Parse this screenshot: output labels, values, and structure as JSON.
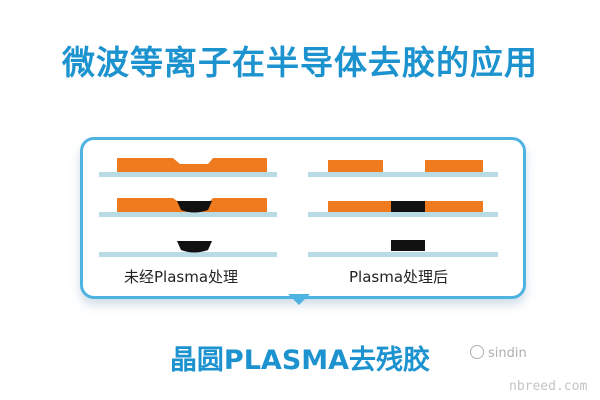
{
  "title": "微波等离子在半导体去胶的应用",
  "captions": {
    "before": "未经Plasma处理",
    "after": "Plasma处理后"
  },
  "bottom_title": "晶圆PLASMA去残胶",
  "watermark": {
    "account": "sindin",
    "icon": "wechat-icon"
  },
  "site_mark": "nbreed.com",
  "colors": {
    "accent": "#1c93cf",
    "panel_border": "#4fb3e2",
    "photoresist": "#f07a1e",
    "substrate": "#b9dbe6",
    "residue": "#111111"
  }
}
